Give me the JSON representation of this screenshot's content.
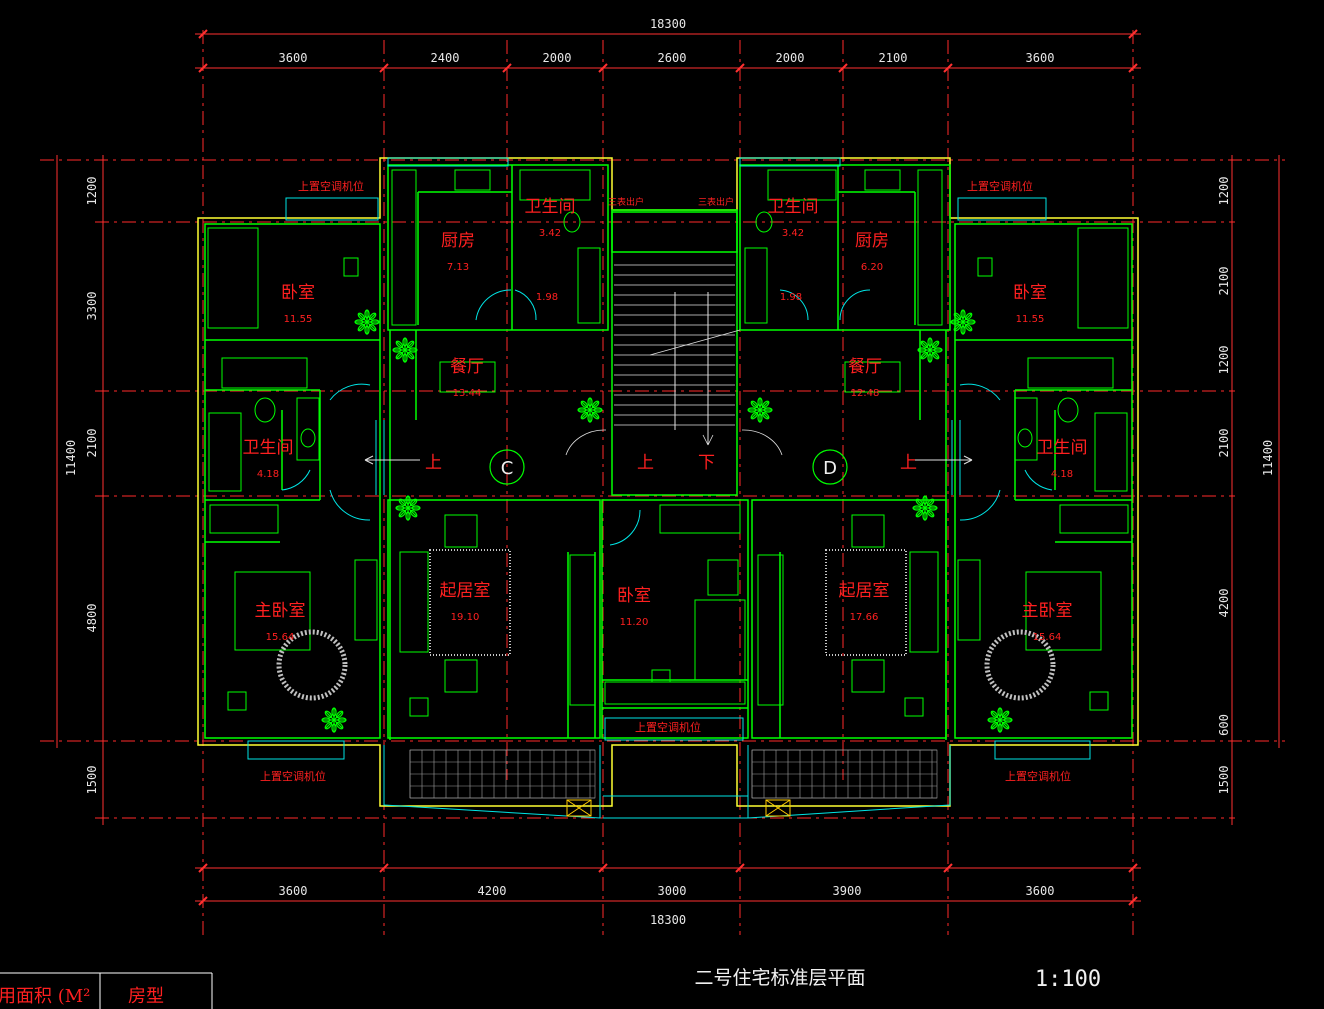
{
  "drawing": {
    "title": "二号住宅标准层平面",
    "scale": "1:100",
    "colors": {
      "wall": "#00ff00",
      "grid": "#ff2a2a",
      "window": "#00e5e5",
      "furniture": "#00ff00",
      "dim_text": "#e8e8e8",
      "room_text": "#ff2020",
      "outline": "#ffff33",
      "background": "#000000"
    }
  },
  "dimensions": {
    "top_total": "18300",
    "top_segments": [
      "3600",
      "2400",
      "2000",
      "2600",
      "2000",
      "2100",
      "3600"
    ],
    "bottom_segments": [
      "3600",
      "4200",
      "3000",
      "3900",
      "3600"
    ],
    "bottom_total": "18300",
    "left_total": "11400",
    "left_segments": [
      "1200",
      "3300",
      "2100",
      "4800",
      "1500"
    ],
    "right_total": "11400",
    "right_segments": [
      "1200",
      "2100",
      "1200",
      "2100",
      "4200",
      "600",
      "1500"
    ]
  },
  "rooms": [
    {
      "name": "卧室",
      "area": "11.55"
    },
    {
      "name": "厨房",
      "area": "7.13"
    },
    {
      "name": "卫生间",
      "area": "3.42"
    },
    {
      "name": "",
      "area": "1.98"
    },
    {
      "name": "餐厅",
      "area": "13.44"
    },
    {
      "name": "卫生间",
      "area": "4.18"
    },
    {
      "name": "主卧室",
      "area": "15.64"
    },
    {
      "name": "起居室",
      "area": "19.10"
    },
    {
      "name": "卧室",
      "area": "11.20"
    },
    {
      "name": "卫生间",
      "area": "3.42"
    },
    {
      "name": "厨房",
      "area": "6.20"
    },
    {
      "name": "",
      "area": "1.98"
    },
    {
      "name": "卧室",
      "area": "11.55"
    },
    {
      "name": "餐厅",
      "area": "12.48"
    },
    {
      "name": "卫生间",
      "area": "4.18"
    },
    {
      "name": "起居室",
      "area": "17.66"
    },
    {
      "name": "主卧室",
      "area": "15.64"
    }
  ],
  "annotations": {
    "ac_unit": "上置空调机位",
    "shaft": "三表出户",
    "unit_c": "C",
    "unit_d": "D",
    "stair_up": "上",
    "stair_down": "下"
  },
  "table": {
    "col1": "用面积 (M²",
    "col2": "房型"
  }
}
